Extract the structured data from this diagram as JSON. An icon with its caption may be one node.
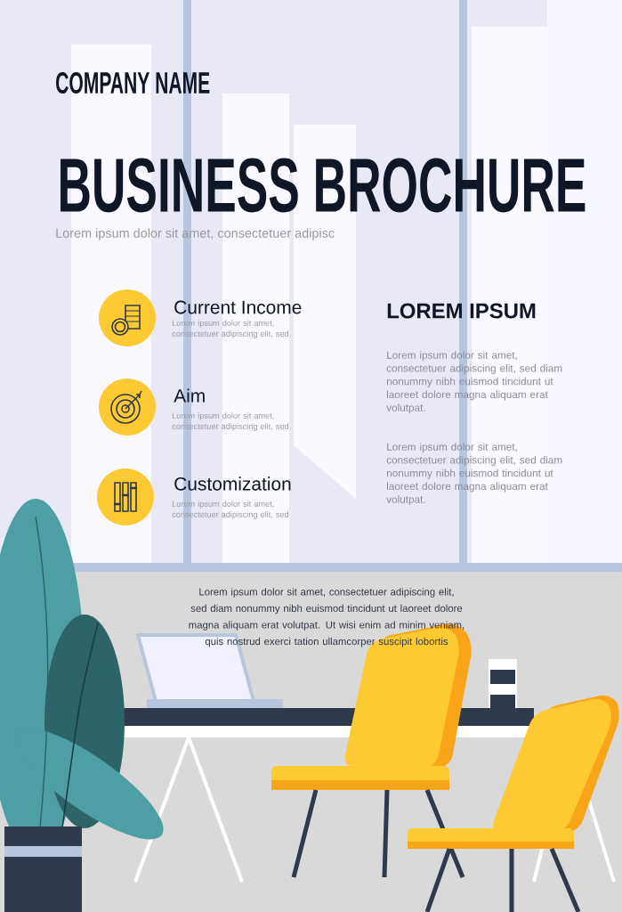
{
  "diagram": {
    "title": "BUSINESS BROCHURE",
    "labels": [
      "COMPANY NAME",
      "Lorem ipsum dolor sit amet, consectetuer adipisc",
      "Current Income",
      "Lorem ipsum dolor sit amet, consectetuer adipiscing elit, sed",
      "LOREM IPSUM",
      "Lorem ipsum dolor sit amet, consectetuer adipiscing elit, sed diam nonummy nibh euismod tincidunt ut laoreet dolore magna aliquam erat volutpat.",
      "Aim",
      "Lorem ipsum dolor sit amet, consectetuer adipiscing elit, sed",
      "Lorem ipsum dolor sit amet, consectetuer adipiscing elit, sed diam nonummy nibh euismod tincidunt ut laoreet dolore magna aliquam erat volutpat.",
      "Customization",
      "Lorem ipsum dolor sit amet, consectetuer adipiscing elit, sed",
      "Lorem ipsum dolor sit amet, consectetuer adipiscing elit, sed diam nonummy nibh euismod tincidunt ut laoreet dolore magna aliquam erat volutpat. Ut wisi enim ad minim veniam, quis nostrud exerci tation ullamcorper suscipit lobortis"
    ]
  }
}
